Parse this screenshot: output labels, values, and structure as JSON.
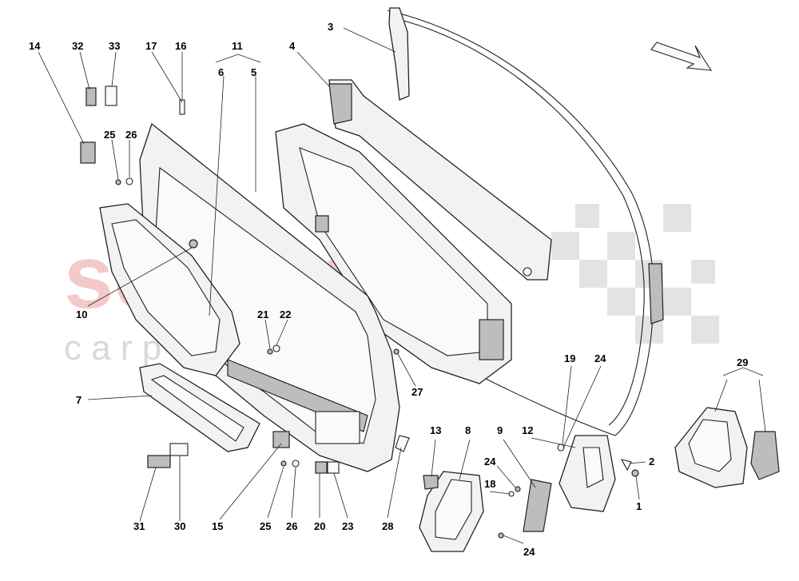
{
  "watermark": {
    "brand": "scuderia",
    "sub": "c a r   p a r t s"
  },
  "callouts": {
    "c1": "1",
    "c2": "2",
    "c3": "3",
    "c4": "4",
    "c5": "5",
    "c6": "6",
    "c7": "7",
    "c8": "8",
    "c9": "9",
    "c10": "10",
    "c11": "11",
    "c12": "12",
    "c13": "13",
    "c14": "14",
    "c15": "15",
    "c16": "16",
    "c17": "17",
    "c18": "18",
    "c19": "19",
    "c20": "20",
    "c21": "21",
    "c22": "22",
    "c23": "23",
    "c24a": "24",
    "c24b": "24",
    "c24c": "24",
    "c25a": "25",
    "c25b": "25",
    "c26a": "26",
    "c26b": "26",
    "c27": "27",
    "c28": "28",
    "c29": "29",
    "c30": "30",
    "c31": "31",
    "c32": "32",
    "c33": "33"
  }
}
